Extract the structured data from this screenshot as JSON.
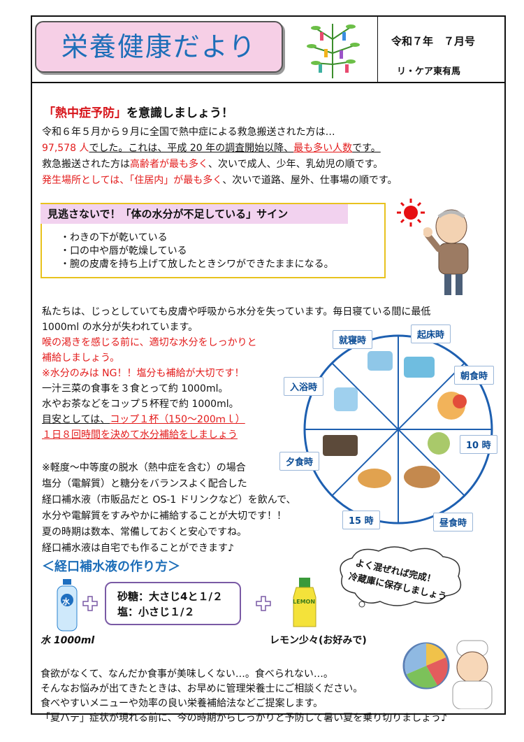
{
  "header": {
    "title": "栄養健康だより",
    "issue": "令和７年　７月号",
    "facility": "リ・ケア東有馬"
  },
  "intro": {
    "heading_red": "「熱中症予防」",
    "heading_rest": "を意識しましょう！",
    "line1": "令和６年５月から９月に全国で熱中症による救急搬送された方は…",
    "line2_red": "97,578 人",
    "line2_mid": "でした。これは、平成 20 年の調査開始以降、",
    "line2_red2": "最も多い人数",
    "line2_end": "です。",
    "line3_a": "救急搬送された方は",
    "line3_red": "高齢者が最も多く",
    "line3_b": "、次いで成人、少年、乳幼児の順です。",
    "line4_red": "発生場所としては、「住居内」が最も多く",
    "line4_b": "、次いで道路、屋外、仕事場の順です。"
  },
  "signs": {
    "title": "見逃さないで！「体の水分が不足している」サイン",
    "items": [
      "・わきの下が乾いている",
      "・口の中や唇が乾燥している",
      "・腕の皮膚を持ち上げて放したときシワができたままになる。"
    ]
  },
  "water": {
    "l1": "私たちは、じっとしていても皮膚や呼吸から水分を失っています。毎日寝ている間に最低",
    "l2": "1000ml の水分が失われています。",
    "l3": "喉の渇きを感じる前に、適切な水分をしっかりと",
    "l4": "補給しましょう。",
    "l5": "※水分のみは NG！！塩分も補給が大切です！",
    "l6": "一汁三菜の食事を３食とって約 1000ml。",
    "l7": "水やお茶などをコップ５杯程で約 1000ml。",
    "l8_a": "目安としては、",
    "l8_red": "コップ１杯（150～200ｍｌ）",
    "l9": "１日８回時間を決めて水分補給をしましょう"
  },
  "clock_labels": [
    "就寝時",
    "起床時",
    "朝食時",
    "10 時",
    "昼食時",
    "15 時",
    "夕食時",
    "入浴時"
  ],
  "ors": {
    "l1": "※軽度～中等度の脱水（熱中症を含む）の場合",
    "l2": "塩分（電解質）と糖分をバランスよく配合した",
    "l3": "経口補水液（市販品だと OS-1 ドリンクなど）を飲んで、",
    "l4": "水分や電解質をすみやかに補給することが大切です！！",
    "l5": "夏の時期は数本、常備しておくと安心ですね。",
    "l6": "経口補水液は自宅でも作ることができます♪",
    "recipe_title": "＜経口補水液の作り方＞",
    "sugar": "砂糖：大さじ4と１/２",
    "salt": "塩：小さじ１/２",
    "water_label": "水 1000ml",
    "lemon_label": "レモン少々(お好みで)",
    "bottle_mark": "水",
    "lemon_mark": "LEMON",
    "cloud1": "よく混ぜれば完成！",
    "cloud2": "冷蔵庫に保存しましょう"
  },
  "footer": {
    "l1": "食欲がなくて、なんだか食事が美味しくない…。食べられない…。",
    "l2": "そんなお悩みが出てきたときは、お早めに管理栄養士にご相談ください。",
    "l3": "食べやすいメニューや効率の良い栄養補給法などご提案します。",
    "l4": "「夏バテ」症状が現れる前に、今の時期からしっかりと予防して暑い夏を乗り切りましょう♪"
  },
  "colors": {
    "title_bg": "#f6cfe6",
    "title_text": "#1d6eb8",
    "accent_red": "#e31b1b",
    "box_border": "#e8c21e",
    "sector_text": "#0b4c95"
  }
}
